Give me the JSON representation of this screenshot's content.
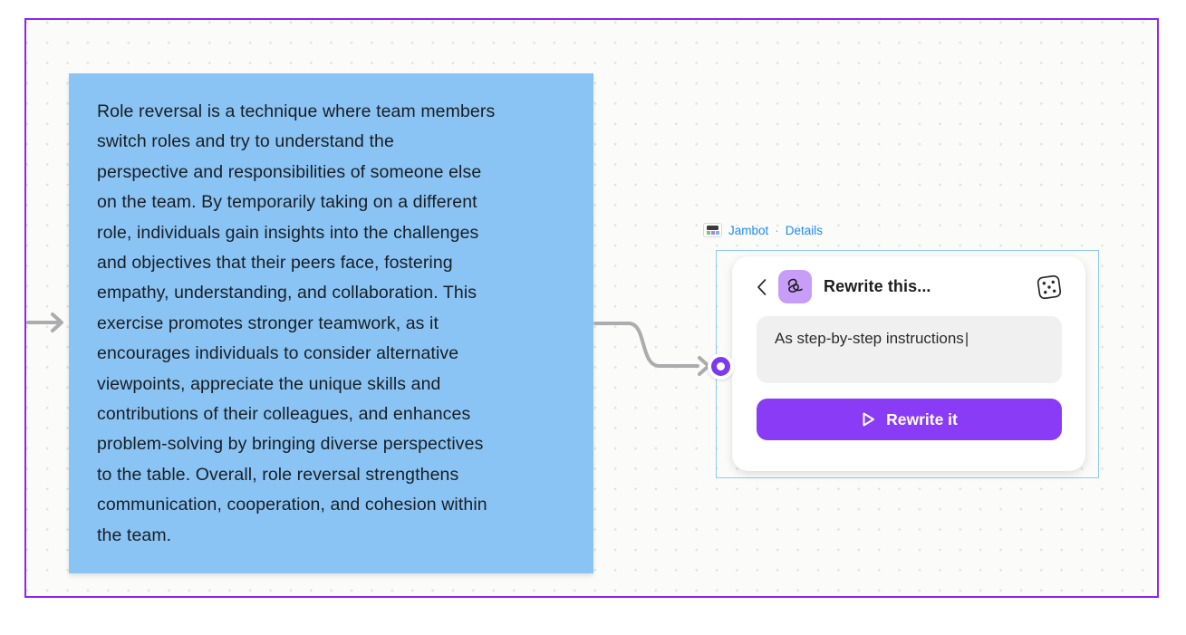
{
  "canvas": {
    "frame_border_color": "#8E24EE",
    "background_color": "#FBFBFA",
    "grid_dot_color": "#E0E0E0"
  },
  "sticky_note": {
    "fill_color": "#8AC4F4",
    "text_color": "#1A1E23",
    "text": "Role reversal is a technique where team members\nswitch roles and try to understand the\nperspective and responsibilities of someone else\non the team. By temporarily taking on a different\nrole, individuals gain insights into the challenges\nand objectives that their peers face, fostering\nempathy, understanding, and collaboration. This\nexercise promotes stronger teamwork, as it\nencourages individuals to consider alternative\nviewpoints, appreciate the unique skills and\ncontributions of their colleagues, and enhances\nproblem-solving by bringing diverse perspectives\nto the table. Overall, role reversal strengthens\ncommunication, cooperation, and cohesion within\nthe team."
  },
  "connectors": {
    "stroke_color": "#ACACAC",
    "endpoint_color": "#7C3AED"
  },
  "jambot_label": {
    "icon": "jambot-widget-thumbnail",
    "name": "Jambot",
    "separator": "·",
    "details": "Details",
    "link_color": "#1E8BEF"
  },
  "widget": {
    "title": "Rewrite this...",
    "app_icon": "scribble-icon",
    "app_icon_bg": "#C79DF7",
    "back_icon": "chevron-left-icon",
    "shuffle_icon": "dice-icon",
    "input": {
      "value": "As step-by-step instructions",
      "cursor": "|"
    },
    "button": {
      "icon": "play-icon",
      "label": "Rewrite it",
      "color": "#8A3BF6",
      "text_color": "#FFFFFF"
    },
    "selection_border_color": "#90C9F8"
  }
}
